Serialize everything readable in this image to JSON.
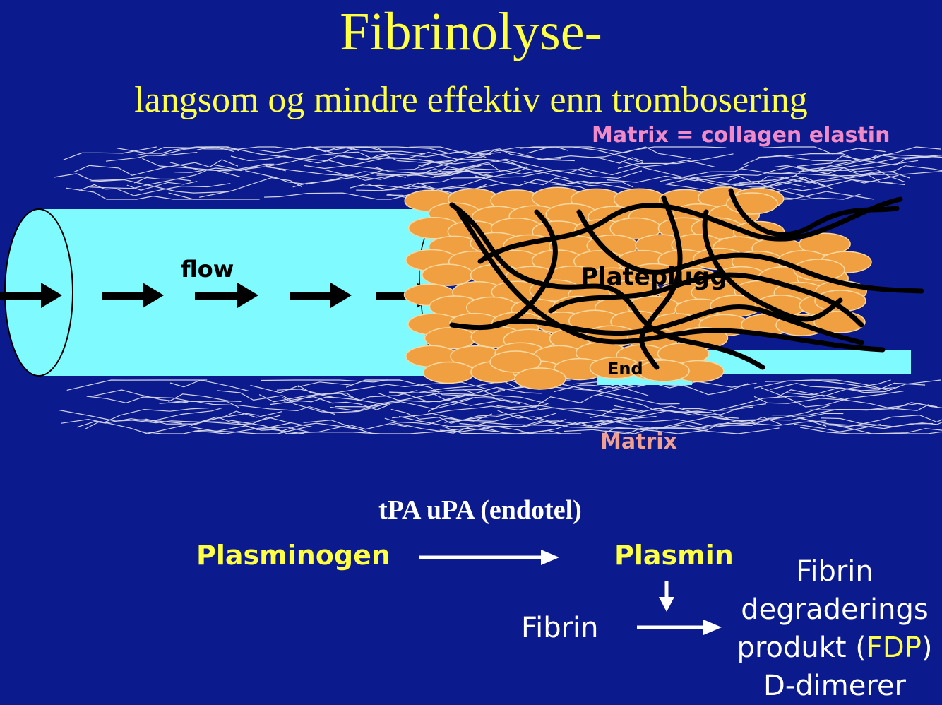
{
  "title": "Fibrinolyse-",
  "subtitle": "langsom og mindre effektiv  enn trombosering",
  "labels": {
    "matrix_top": "Matrix = collagen elastin",
    "matrix_bottom": "Matrix",
    "flow": "flow",
    "plateplugg": "Plateplugg",
    "endotel": "End"
  },
  "pathway": {
    "enzymes": "tPA  uPA (endotel)",
    "plasminogen": "Plasminogen",
    "plasmin": "Plasmin",
    "fibrin": "Fibrin",
    "product_line1": "Fibrin",
    "product_line2": "degraderings",
    "product_line3_prefix": "produkt (",
    "product_line3_abbr": "FDP",
    "product_line3_suffix": ")",
    "product_line4": "D-dimerer"
  },
  "colors": {
    "background": "#0b1a8c",
    "title": "#ffff44",
    "vessel": "#7ffaff",
    "platelet": "#f0a040",
    "fibrin_strand": "#000000",
    "matrix_fiber": "#e6e6f0"
  }
}
